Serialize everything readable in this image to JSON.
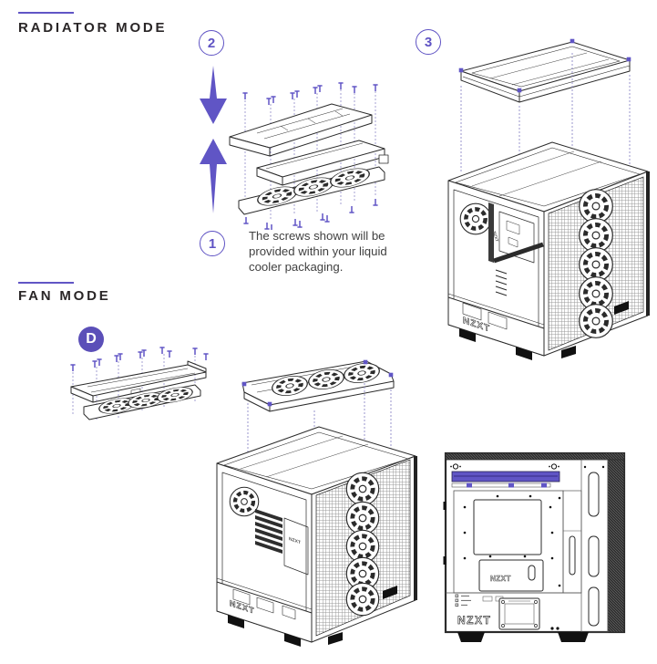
{
  "sections": [
    {
      "title": "RADIATOR MODE"
    },
    {
      "title": "FAN MODE"
    }
  ],
  "steps": [
    {
      "label": "2"
    },
    {
      "label": "1"
    },
    {
      "label": "3"
    },
    {
      "label": "D"
    }
  ],
  "note": {
    "lines": [
      "The screws shown will be",
      "provided within your liquid",
      "cooler packaging."
    ]
  },
  "brand": {
    "logo": "NZXT"
  },
  "colors": {
    "accent": "#6055c5",
    "badge_fill": "#5b4fb8",
    "heading_ink": "#2a2627",
    "note_text": "#414141",
    "line_art": "#2b2b2b",
    "dashed_guide": "#9089c9"
  },
  "icons": {
    "arrow_down": "down-arrow-icon",
    "arrow_up": "up-arrow-icon",
    "screw": "screw-icon",
    "fan": "fan-icon",
    "corner_screw": "corner-screw-icon"
  }
}
